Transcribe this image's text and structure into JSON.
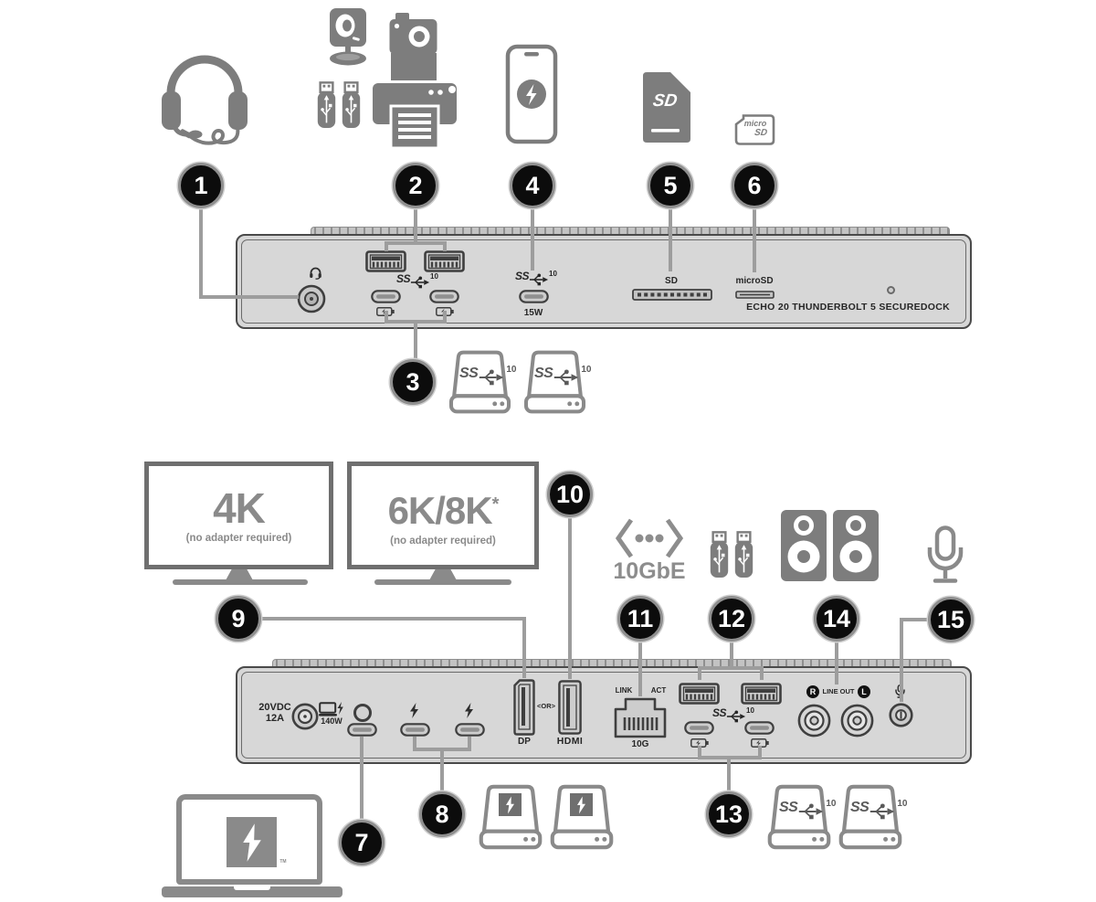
{
  "callouts": {
    "c1": "1",
    "c2": "2",
    "c3": "3",
    "c4": "4",
    "c5": "5",
    "c6": "6",
    "c7": "7",
    "c8": "8",
    "c9": "9",
    "c10": "10",
    "c11": "11",
    "c12": "12",
    "c13": "13",
    "c14": "14",
    "c15": "15"
  },
  "usb_logo": {
    "ss": "SS",
    "speed": "10"
  },
  "front_panel": {
    "model": "ECHO 20 THUNDERBOLT 5 SECUREDOCK",
    "sd_label": "SD",
    "microsd_label": "microSD",
    "charge_label": "15W"
  },
  "rear_panel": {
    "volts": "20VDC",
    "amps": "12A",
    "watts": "140W",
    "dp_label": "DP",
    "or_label": "<OR>",
    "hdmi_label": "HDMI",
    "link_label": "LINK",
    "act_label": "ACT",
    "eth_speed": "10G",
    "channel_r": "R",
    "line_out": "LINE OUT",
    "channel_l": "L"
  },
  "monitors": {
    "first": {
      "res": "4K",
      "note": "(no adapter required)"
    },
    "second": {
      "res": "6K/8K",
      "asterisk": "*",
      "note": "(no adapter required)"
    }
  },
  "ethernet_badge": "10GbE",
  "cards": {
    "sd_logo": "SD",
    "micro_line1": "micro",
    "micro_line2": "SD"
  },
  "trademark": "TM"
}
